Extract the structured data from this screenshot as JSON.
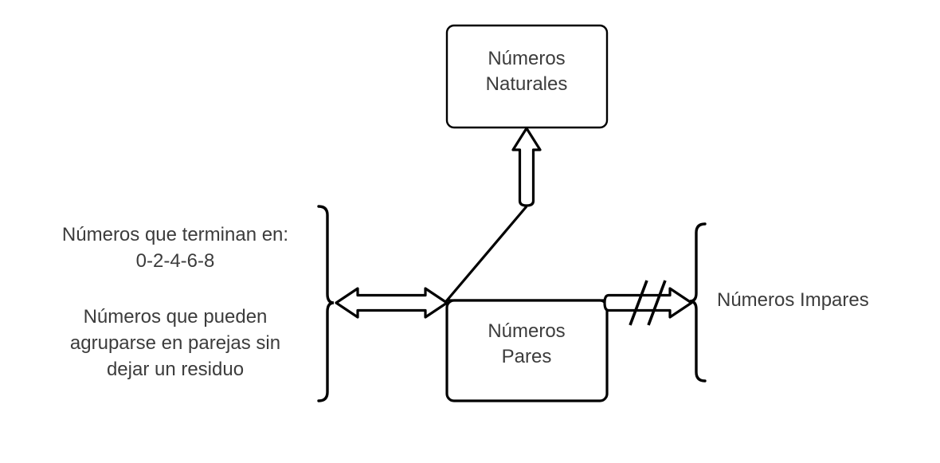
{
  "diagram": {
    "title_text_color": "#3c3c3c",
    "stroke_color": "#000000",
    "background_color": "#ffffff",
    "nodes": {
      "naturales": {
        "label": "Números\nNaturales"
      },
      "pares": {
        "label": "Números\nPares"
      },
      "impares": {
        "label": "Números Impares"
      }
    },
    "notes": {
      "terminan_en": "Números que terminan en:\n0-2-4-6-8",
      "parejas": "Números que pueden\nagruparse en parejas sin\ndejar un residuo"
    },
    "connectors": {
      "up_arrow": "arrow-up-hollow",
      "left_double_arrow": "arrow-left-right-hollow",
      "right_arrow_negated": "arrow-right-hollow-negated",
      "left_brace": "brace-right-facing",
      "right_brace": "brace-left-facing",
      "triangle": "triangle-outline"
    }
  }
}
